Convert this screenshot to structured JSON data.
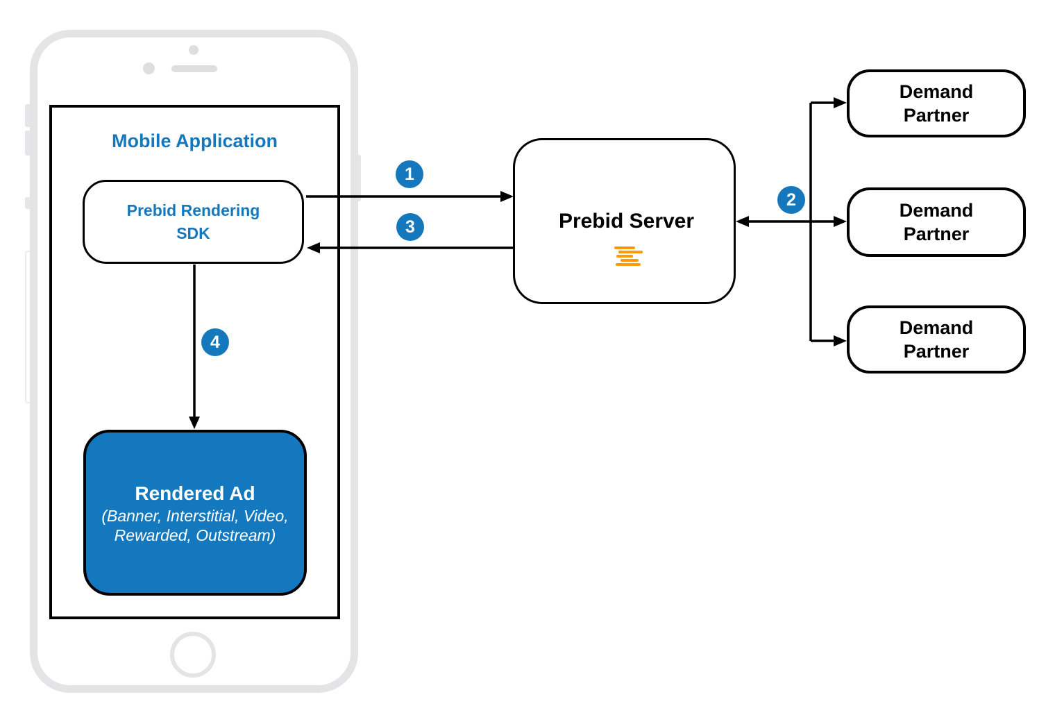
{
  "mobile_app": {
    "title": "Mobile Application"
  },
  "sdk": {
    "label": "Prebid Rendering\nSDK"
  },
  "rendered_ad": {
    "title": "Rendered Ad",
    "subtitle": "(Banner, Interstitial, Video,\nRewarded, Outstream)"
  },
  "prebid_server": {
    "label": "Prebid Server",
    "logo_icon": "prebid-logo-icon"
  },
  "demand_partners": [
    "Demand\nPartner",
    "Demand\nPartner",
    "Demand\nPartner"
  ],
  "steps": [
    "1",
    "2",
    "3",
    "4"
  ],
  "colors": {
    "brand_blue": "#1578bc",
    "ad_box_blue": "#1478be",
    "logo_orange": "#fb9b0c",
    "line_black": "#000000",
    "phone_gray": "#e4e4e6"
  }
}
